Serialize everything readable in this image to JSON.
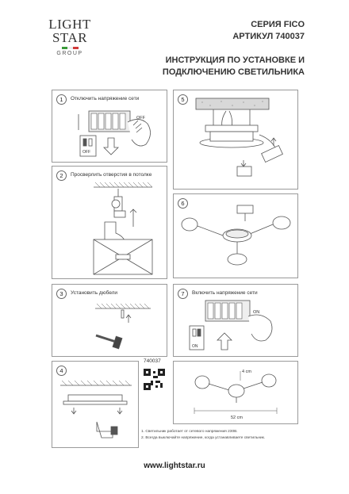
{
  "logo": {
    "line1": "LIGHT",
    "line2": "STAR",
    "line3": "GROUP",
    "flag_colors": [
      "#3a9a3a",
      "#ffffff",
      "#d13a3a"
    ]
  },
  "header": {
    "series": "СЕРИЯ FICO",
    "article": "АРТИКУЛ 740037",
    "title_line1": "ИНСТРУКЦИЯ ПО УСТАНОВКЕ И",
    "title_line2": "ПОДКЛЮЧЕНИЮ СВЕТИЛЬНИКА"
  },
  "steps": [
    {
      "num": "1",
      "text": "Отключить напряжение сети",
      "switch_label": "OFF",
      "icon": "switch-off-icon"
    },
    {
      "num": "2",
      "text": "Просверлить отверстия в потолке",
      "icon": "drill-icon"
    },
    {
      "num": "3",
      "text": "Установить дюбели",
      "icon": "hammer-icon"
    },
    {
      "num": "4",
      "text": "",
      "icon": "mount-plate-icon"
    },
    {
      "num": "5",
      "text": "",
      "icon": "wiring-icon"
    },
    {
      "num": "6",
      "text": "",
      "icon": "lamp-assembly-icon"
    },
    {
      "num": "7",
      "text": "Включить напряжение сети",
      "switch_label": "ON",
      "icon": "switch-on-icon"
    }
  ],
  "dimensions": {
    "article": "740037",
    "width_label": "52 cm",
    "height_label": "4 cm"
  },
  "notes": {
    "line1": "1. Светильник работает от сетевого напряжения 230В.",
    "line2": "2. Всегда выключайте напряжение, когда устанавливаете светильник."
  },
  "footer": {
    "website": "www.lightstar.ru"
  },
  "colors": {
    "line": "#555555",
    "border": "#9a9a9a"
  }
}
